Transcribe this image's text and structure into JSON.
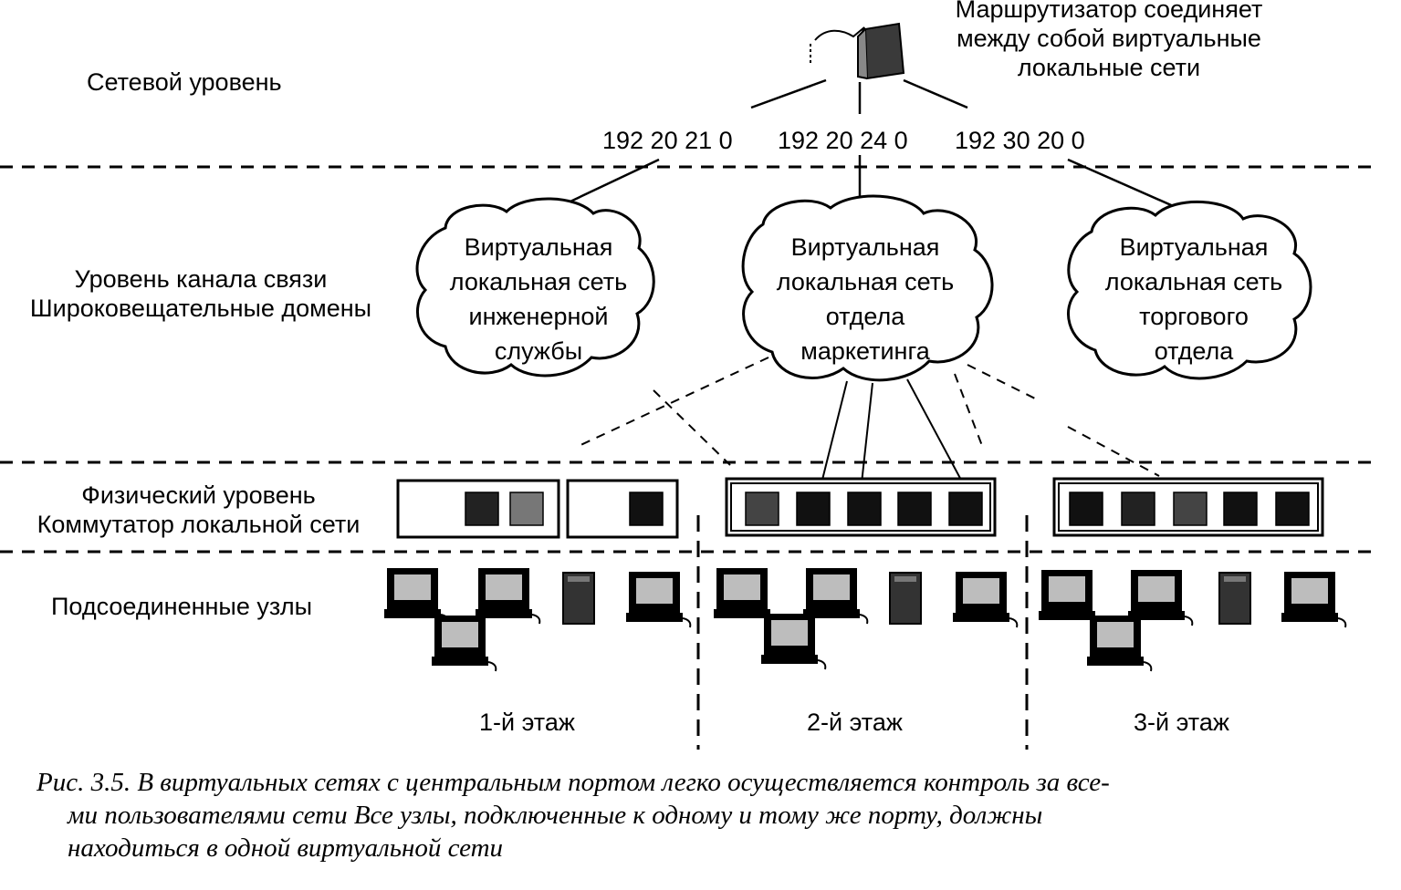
{
  "router": {
    "caption_lines": [
      "Маршрутизатор соединяет",
      "между собой виртуальные",
      "локальные сети"
    ],
    "subnets": [
      "192 20 21 0",
      "192 20 24 0",
      "192 30 20 0"
    ]
  },
  "levels": {
    "network": [
      "Сетевой уровень"
    ],
    "link": [
      "Уровень канала связи",
      "Широковещательные домены"
    ],
    "physical": [
      "Физический уровень",
      "Коммутатор локальной сети"
    ],
    "nodes": [
      "Подсоединенные узлы"
    ]
  },
  "vlans": [
    {
      "lines": [
        "Виртуальная",
        "локальная сеть",
        "инженерной",
        "службы"
      ]
    },
    {
      "lines": [
        "Виртуальная",
        "локальная сеть",
        "отдела",
        "маркетинга"
      ]
    },
    {
      "lines": [
        "Виртуальная",
        "локальная сеть",
        "торгового",
        "отдела"
      ]
    }
  ],
  "floors": [
    "1-й этаж",
    "2-й этаж",
    "3-й этаж"
  ],
  "caption": {
    "line1": "Рис. 3.5. В виртуальных сетях с центральным портом легко осуществляется контроль за все-",
    "line2": "ми пользователями сети  Все узлы, подключенные к одному и тому же порту, должны",
    "line3": "находиться в одной виртуальной сети"
  },
  "colors": {
    "ink": "#000000",
    "paper": "#ffffff",
    "screen": "#bdbdbd",
    "shade": "#333333"
  }
}
